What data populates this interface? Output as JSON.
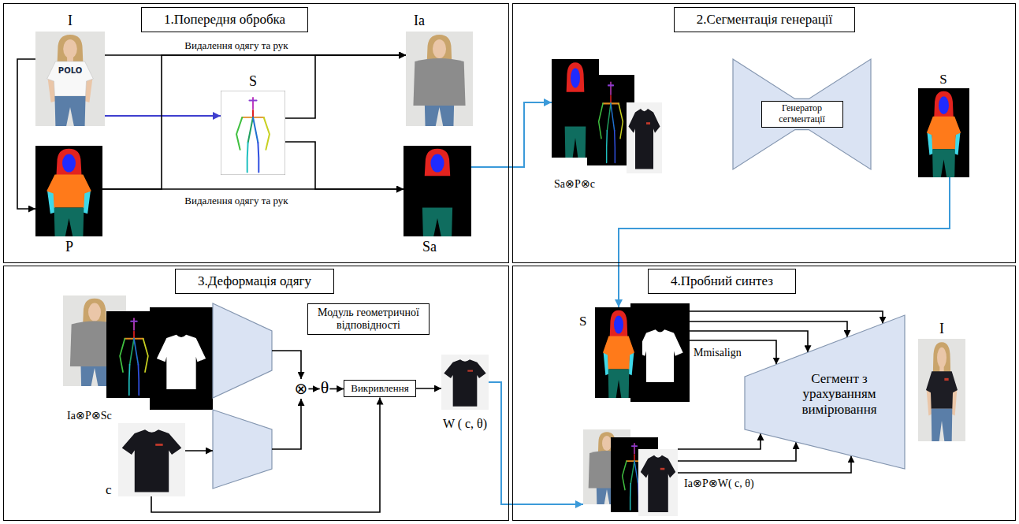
{
  "diagram": {
    "nodes": [
      {
        "text": [
          "1.Попередня обробка"
        ]
      },
      {
        "text": [
          "I"
        ],
        "in": 0
      },
      {
        "text": [
          "P"
        ],
        "in": 0
      },
      {
        "text": [
          "S"
        ],
        "in": 0
      },
      {
        "text": [
          "Ia"
        ],
        "in": 0
      },
      {
        "text": [
          "Sa"
        ],
        "in": 0
      },
      {
        "text": [
          "2.Сегментація генерації"
        ]
      },
      {
        "text": [
          "Sa⊗P⊗c"
        ],
        "in": 6
      },
      {
        "text": [
          "Генератор сегментації"
        ],
        "in": 6
      },
      {
        "text": [
          "S"
        ],
        "in": 6
      },
      {
        "text": [
          "3.Деформація одягу"
        ]
      },
      {
        "text": [
          "Ia⊗P⊗Sc"
        ],
        "in": 10
      },
      {
        "text": [
          "c"
        ],
        "in": 10
      },
      {
        "text": [
          "Модуль геометричної відповідності"
        ],
        "in": 10
      },
      {
        "text": [
          "Викривлення"
        ],
        "in": 10
      },
      {
        "text": [
          "W ( c, θ)"
        ],
        "in": 10
      },
      {
        "text": [
          "4.Пробний синтез"
        ]
      },
      {
        "text": [
          "S"
        ],
        "in": 16
      },
      {
        "text": [
          "Mmisalign"
        ],
        "in": 16
      },
      {
        "text": [
          "Сегмент з урахуванням вимірювання"
        ],
        "in": 16
      },
      {
        "text": [
          "I"
        ],
        "in": 16
      },
      {
        "text": [
          "Ia⊗P⊗W( c, θ)"
        ],
        "in": 16
      }
    ],
    "edges": [
      {
        "from": 1,
        "to": 2,
        "arrow": "to"
      },
      {
        "from": 1,
        "to": 3,
        "arrow": "to"
      },
      {
        "from": 1,
        "to": 4,
        "label": "Видалення одягу та рук",
        "arrow": "to"
      },
      {
        "from": 2,
        "to": 4,
        "arrow": "to"
      },
      {
        "from": 3,
        "to": 4,
        "arrow": "to"
      },
      {
        "from": 2,
        "to": 5,
        "label": "Видалення одягу та рук",
        "arrow": "to"
      },
      {
        "from": 3,
        "to": 5,
        "arrow": "to"
      },
      {
        "from": 5,
        "to": 7,
        "arrow": "to"
      },
      {
        "from": 9,
        "to": 17,
        "arrow": "to"
      },
      {
        "from": 12,
        "to": 14,
        "arrow": "to"
      },
      {
        "from": 14,
        "to": 15,
        "arrow": "to"
      },
      {
        "from": 15,
        "to": 21,
        "arrow": "to"
      },
      {
        "from": 17,
        "to": 19,
        "arrow": "to"
      },
      {
        "from": 17,
        "to": 19,
        "arrow": "to"
      },
      {
        "from": 18,
        "to": 19,
        "arrow": "to"
      },
      {
        "from": 18,
        "to": 19,
        "arrow": "to"
      },
      {
        "from": 21,
        "to": 19,
        "arrow": "to"
      },
      {
        "from": 21,
        "to": 19,
        "arrow": "to"
      },
      {
        "from": 21,
        "to": 19,
        "arrow": "to"
      }
    ],
    "labels": [
      "POLO",
      "⊗",
      "θ"
    ]
  }
}
